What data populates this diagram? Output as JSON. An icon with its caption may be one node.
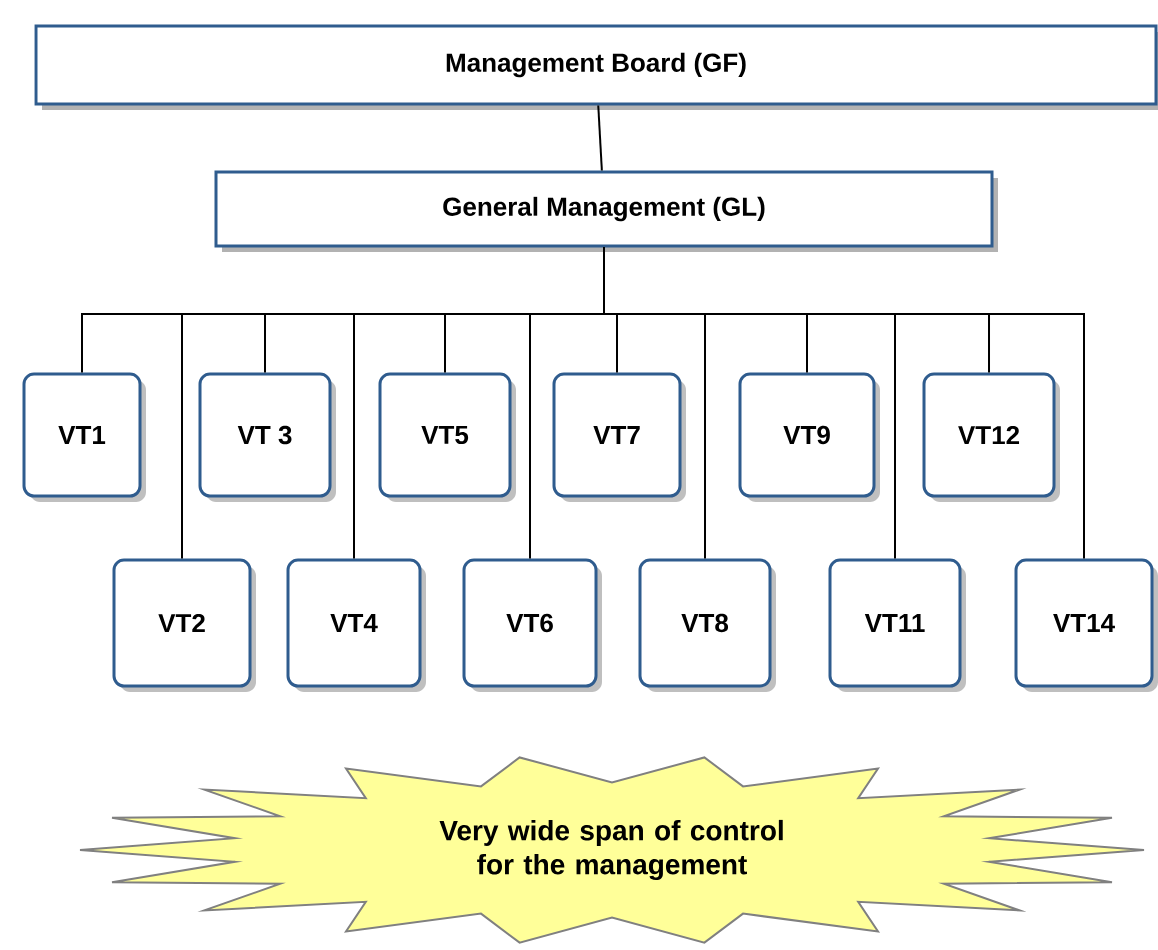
{
  "diagram": {
    "nodes": [
      {
        "text": [
          "Management Board (GF)"
        ]
      },
      {
        "text": [
          "General Management (GL)"
        ]
      },
      {
        "text": [
          "VT1"
        ]
      },
      {
        "text": [
          "VT 3"
        ]
      },
      {
        "text": [
          "VT5"
        ]
      },
      {
        "text": [
          "VT7"
        ]
      },
      {
        "text": [
          "VT9"
        ]
      },
      {
        "text": [
          "VT12"
        ]
      },
      {
        "text": [
          "VT2"
        ]
      },
      {
        "text": [
          "VT4"
        ]
      },
      {
        "text": [
          "VT6"
        ]
      },
      {
        "text": [
          "VT8"
        ]
      },
      {
        "text": [
          "VT11"
        ]
      },
      {
        "text": [
          "VT14"
        ]
      },
      {
        "text": [
          "Very wide span of control for the management"
        ]
      }
    ],
    "edges": [
      {
        "from": 0,
        "to": 1,
        "arrow": "none"
      },
      {
        "from": 1,
        "to": 2,
        "arrow": "none"
      },
      {
        "from": 1,
        "to": 3,
        "arrow": "none"
      },
      {
        "from": 1,
        "to": 4,
        "arrow": "none"
      },
      {
        "from": 1,
        "to": 5,
        "arrow": "none"
      },
      {
        "from": 1,
        "to": 6,
        "arrow": "none"
      },
      {
        "from": 1,
        "to": 7,
        "arrow": "none"
      },
      {
        "from": 1,
        "to": 8,
        "arrow": "none"
      },
      {
        "from": 1,
        "to": 9,
        "arrow": "none"
      },
      {
        "from": 1,
        "to": 10,
        "arrow": "none"
      },
      {
        "from": 1,
        "to": 11,
        "arrow": "none"
      },
      {
        "from": 1,
        "to": 12,
        "arrow": "none"
      },
      {
        "from": 1,
        "to": 13,
        "arrow": "none"
      }
    ]
  }
}
